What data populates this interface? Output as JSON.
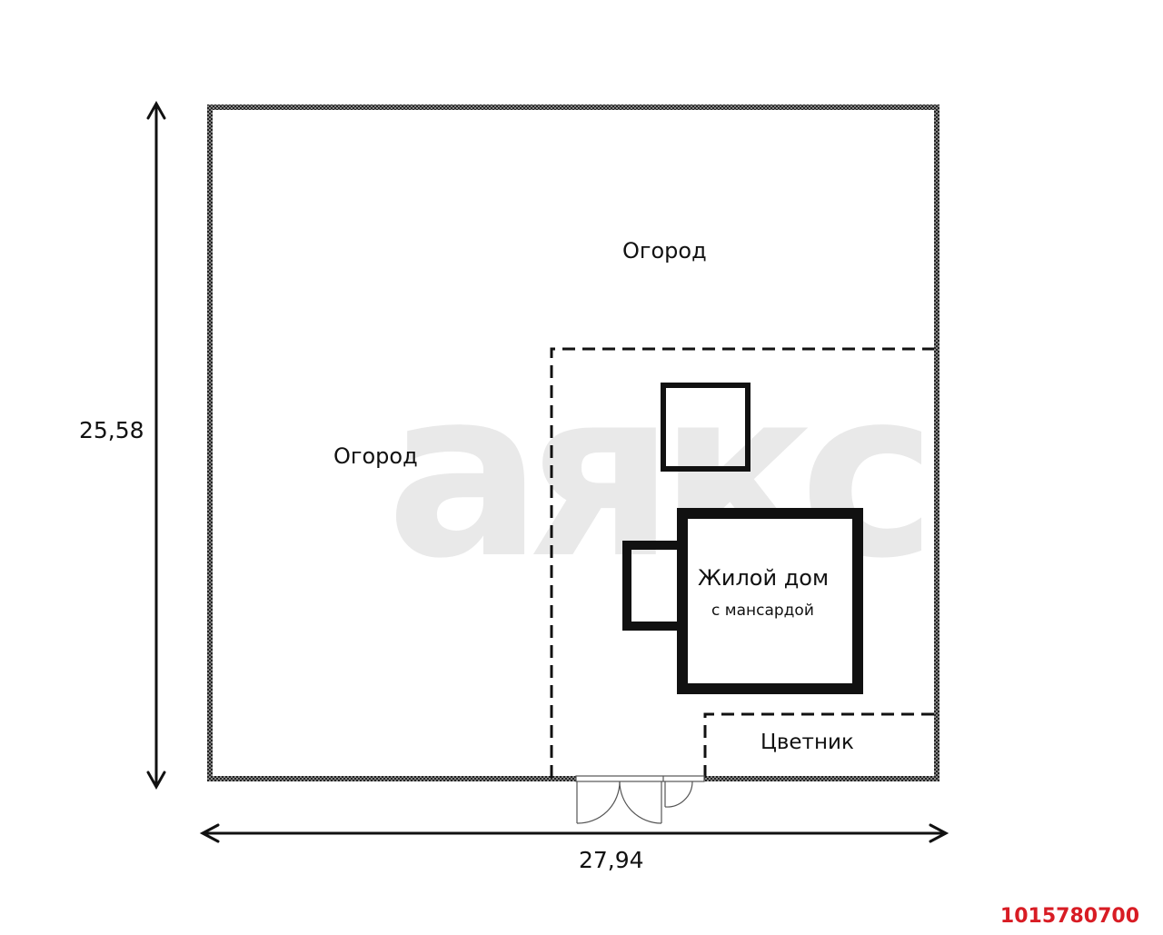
{
  "plan": {
    "type": "site plan",
    "dimensions": {
      "width_label": "27,94",
      "height_label": "25,58"
    },
    "zones": {
      "garden_top": "Огород",
      "garden_left": "Огород",
      "flower_bed": "Цветник"
    },
    "house": {
      "title": "Жилой дом",
      "subtitle": "с мансардой"
    },
    "watermark": "аякс",
    "listing_id": "1015780700",
    "colors": {
      "lines": "#111111",
      "watermark": "#e9e9e9",
      "listing_id": "#d81c24"
    }
  }
}
